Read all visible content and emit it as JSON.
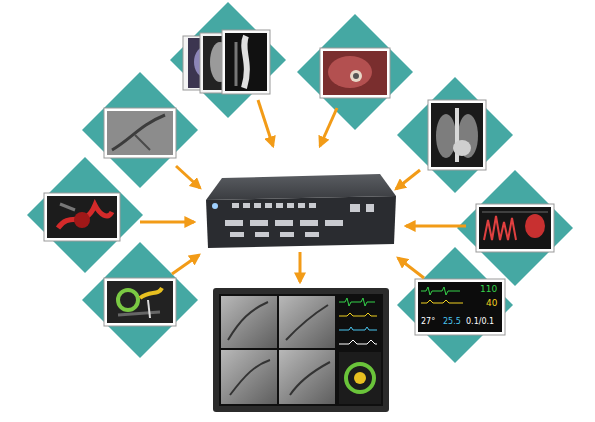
{
  "diagram": {
    "labels": [
      "110",
      "40",
      "27°",
      "25.5",
      "0.1/0.1"
    ]
  }
}
